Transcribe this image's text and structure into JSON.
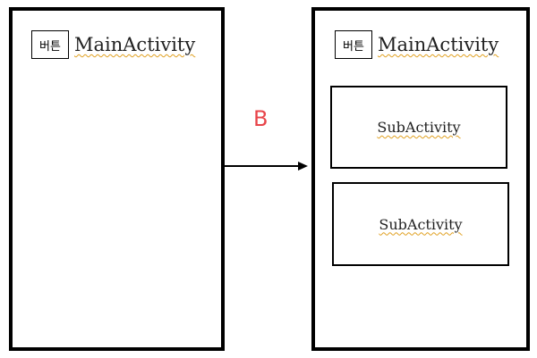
{
  "main_screen": {
    "button_label": "버튼",
    "title": "MainActivity"
  },
  "transition": {
    "label": "B"
  },
  "result_screen": {
    "button_label": "버튼",
    "title": "MainActivity",
    "sub_activities": [
      {
        "label": "SubActivity"
      },
      {
        "label": "SubActivity"
      }
    ]
  },
  "colors": {
    "transition_label": "#e8454a",
    "spellcheck_underline": "#e0a020"
  }
}
